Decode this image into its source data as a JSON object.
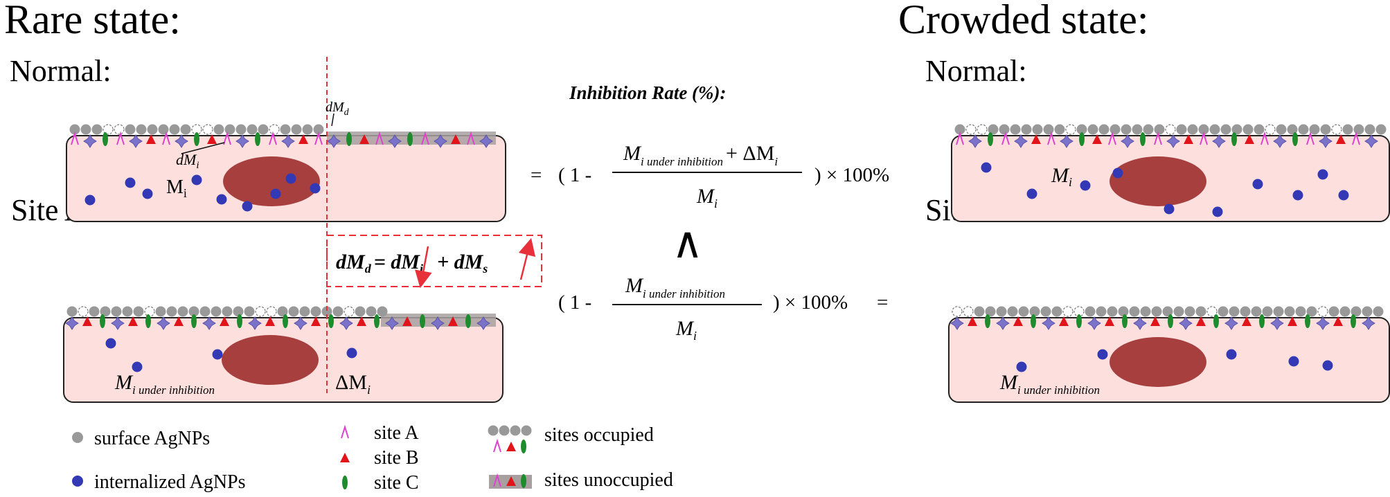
{
  "rare": {
    "title": "Rare state:",
    "normal_label": "Normal:",
    "inhibited_label": "Site A inhibited:",
    "dmd_label": "dM",
    "dmd_sub": "d",
    "dmi_label": "dM",
    "dmi_sub": "i",
    "mi_label": "M",
    "mi_sub": "i",
    "mi_inh_label": "M",
    "mi_inh_sub": "i under inhibition",
    "delta_mi_label": "ΔM",
    "delta_mi_sub": "i"
  },
  "crowded": {
    "title": "Crowded state:",
    "normal_label": "Normal:",
    "inhibited_label": "Site A inhibited:",
    "mi_label": "M",
    "mi_sub": "i",
    "mi_inh_label": "M",
    "mi_inh_sub": "i under inhibition"
  },
  "equation": {
    "heading": "Inhibition Rate (%):",
    "eq_sign": "=",
    "open": "( 1 -",
    "num1_m": "M",
    "num1_sub": "i under inhibition",
    "num1_plus": "+ ΔM",
    "num1_plus_sub": "i",
    "den_m": "M",
    "den_sub": "i",
    "close": ") × 100%",
    "wedge": "∧",
    "num2_m": "M",
    "num2_sub": "i under inhibition",
    "close2": ") × 100%",
    "eq_sign2": "=",
    "balance_lhs": "dM",
    "balance_lhs_sub": "d",
    "balance_eq": "= dM",
    "balance_eq_sub": "i",
    "balance_plus": "+ dM",
    "balance_plus_sub": "s"
  },
  "legend": {
    "surface": "surface AgNPs",
    "internalized": "internalized AgNPs",
    "site_a": "site A",
    "site_b": "site B",
    "site_c": "site C",
    "occupied": "sites occupied",
    "unoccupied": "sites unoccupied"
  },
  "colors": {
    "cell_fill": "#fde0de",
    "cell_stroke": "#222222",
    "nucleus": "#a73f3f",
    "surface_np": "#999999",
    "internal_np": "#3339b5",
    "site_a": "#e040d0",
    "site_b": "#e0141a",
    "site_c": "#1e8c2c",
    "receptor": "#7b72c9",
    "guide_line": "#e8303a",
    "unoccupied_band": "#a8a0a0"
  }
}
